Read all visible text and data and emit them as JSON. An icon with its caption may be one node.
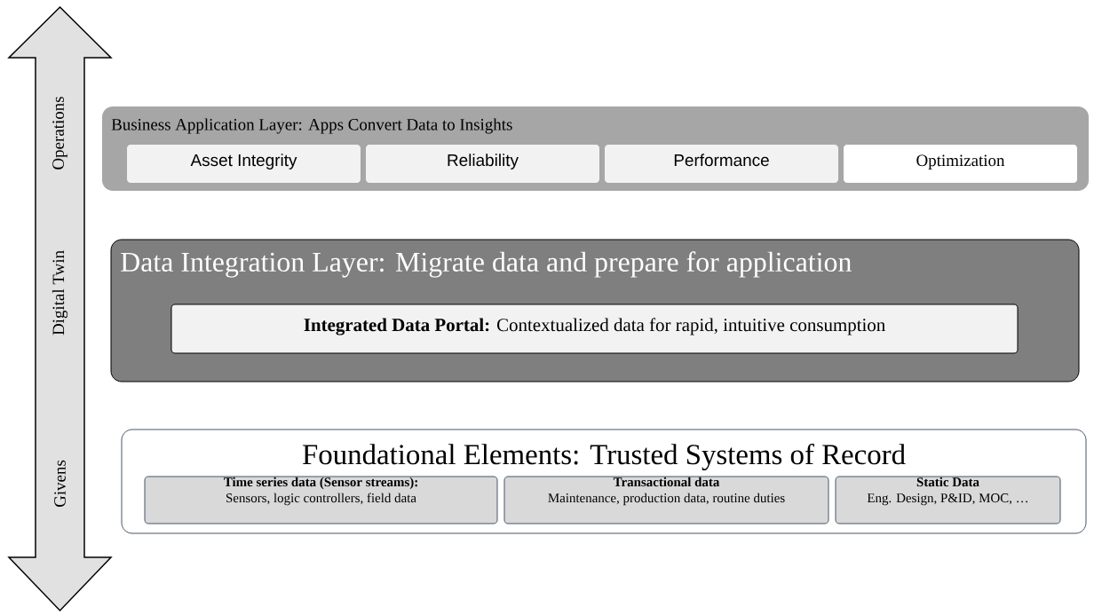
{
  "diagram": {
    "nodes": [
      {
        "text": [
          "Operations",
          "Digital Twin",
          "Givens"
        ]
      },
      {
        "text": [
          "Business Application Layer: Apps Convert Data to Insights"
        ]
      },
      {
        "text": [
          "Asset Integrity"
        ],
        "in": 1
      },
      {
        "text": [
          "Reliability"
        ],
        "in": 1
      },
      {
        "text": [
          "Performance"
        ],
        "in": 1
      },
      {
        "text": [
          "Optimization"
        ],
        "in": 1
      },
      {
        "text": [
          "Data Integration Layer: Migrate data and prepare for application"
        ]
      },
      {
        "text": [
          "**Integrated Data Portal:** Contextualized data for rapid, intuitive consumption"
        ],
        "in": 6
      },
      {
        "text": [
          "Foundational Elements: Trusted Systems of Record"
        ]
      },
      {
        "text": [
          "Time series data (Sensor streams):",
          "Sensors, logic controllers, field data"
        ],
        "in": 8
      },
      {
        "text": [
          "Transactional data",
          "Maintenance, production data, routine duties"
        ],
        "in": 8
      },
      {
        "text": [
          "Static Data",
          "Eng. Design, P&ID, MOC, …"
        ],
        "in": 8
      }
    ]
  }
}
